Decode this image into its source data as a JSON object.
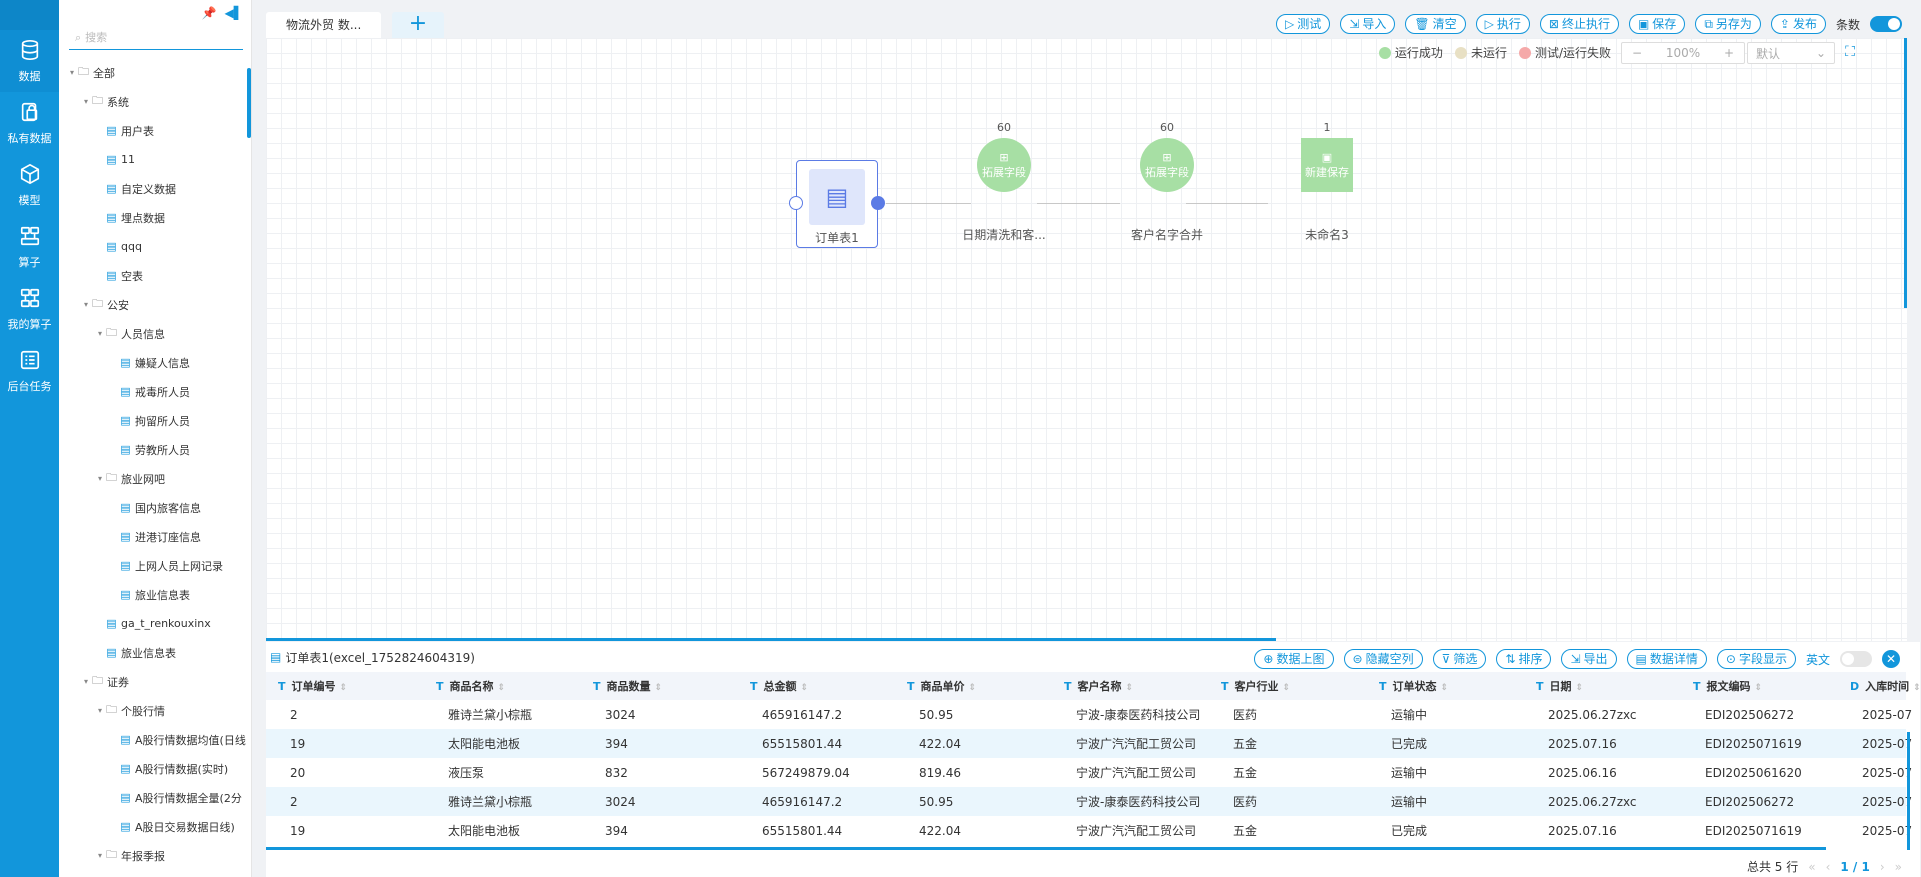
{
  "rail": [
    {
      "label": "数据",
      "icon": "database-icon"
    },
    {
      "label": "私有数据",
      "icon": "private-data-icon"
    },
    {
      "label": "模型",
      "icon": "cube-icon"
    },
    {
      "label": "算子",
      "icon": "operator-icon"
    },
    {
      "label": "我的算子",
      "icon": "my-operator-icon"
    },
    {
      "label": "后台任务",
      "icon": "task-list-icon"
    }
  ],
  "tree": {
    "search_placeholder": "搜索",
    "nodes": [
      {
        "label": "全部",
        "type": "folder",
        "level": 0,
        "expanded": true
      },
      {
        "label": "系统",
        "type": "folder",
        "level": 1,
        "expanded": true
      },
      {
        "label": "用户表",
        "type": "file",
        "level": 2
      },
      {
        "label": "11",
        "type": "file",
        "level": 2
      },
      {
        "label": "自定义数据",
        "type": "file",
        "level": 2
      },
      {
        "label": "埋点数据",
        "type": "file",
        "level": 2
      },
      {
        "label": "qqq",
        "type": "file",
        "level": 2
      },
      {
        "label": "空表",
        "type": "file",
        "level": 2
      },
      {
        "label": "公安",
        "type": "folder",
        "level": 1,
        "expanded": true
      },
      {
        "label": "人员信息",
        "type": "folder",
        "level": 2,
        "expanded": true
      },
      {
        "label": "嫌疑人信息",
        "type": "file",
        "level": 3
      },
      {
        "label": "戒毒所人员",
        "type": "file",
        "level": 3
      },
      {
        "label": "拘留所人员",
        "type": "file",
        "level": 3
      },
      {
        "label": "劳教所人员",
        "type": "file",
        "level": 3
      },
      {
        "label": "旅业网吧",
        "type": "folder",
        "level": 2,
        "expanded": true
      },
      {
        "label": "国内旅客信息",
        "type": "file",
        "level": 3
      },
      {
        "label": "进港订座信息",
        "type": "file",
        "level": 3
      },
      {
        "label": "上网人员上网记录",
        "type": "file",
        "level": 3
      },
      {
        "label": "旅业信息表",
        "type": "file",
        "level": 3
      },
      {
        "label": "ga_t_renkouxinx",
        "type": "file",
        "level": 2
      },
      {
        "label": "旅业信息表",
        "type": "file",
        "level": 2
      },
      {
        "label": "证券",
        "type": "folder",
        "level": 1,
        "expanded": true
      },
      {
        "label": "个股行情",
        "type": "folder",
        "level": 2,
        "expanded": true
      },
      {
        "label": "A股行情数据均值(日线",
        "type": "file",
        "level": 3
      },
      {
        "label": "A股行情数据(实时)",
        "type": "file",
        "level": 3
      },
      {
        "label": "A股行情数据全量(2分",
        "type": "file",
        "level": 3
      },
      {
        "label": "A股日交易数据日线)",
        "type": "file",
        "level": 3
      },
      {
        "label": "年报季报",
        "type": "folder",
        "level": 2,
        "expanded": true
      }
    ]
  },
  "tabs": {
    "active": "物流外贸 数...",
    "add": "+"
  },
  "toolbar": [
    {
      "label": "测试",
      "icon": "play-icon"
    },
    {
      "label": "导入",
      "icon": "import-icon"
    },
    {
      "label": "清空",
      "icon": "trash-icon"
    },
    {
      "label": "执行",
      "icon": "play-icon"
    },
    {
      "label": "终止执行",
      "icon": "stop-icon"
    },
    {
      "label": "保存",
      "icon": "save-icon"
    },
    {
      "label": "另存为",
      "icon": "save-as-icon"
    },
    {
      "label": "发布",
      "icon": "publish-icon"
    }
  ],
  "toolbar_toggle_label": "条数",
  "legend": [
    {
      "label": "运行成功",
      "color": "#a7dfa4"
    },
    {
      "label": "未运行",
      "color": "#e8e0c4"
    },
    {
      "label": "测试/运行失败",
      "color": "#f5a9a9"
    }
  ],
  "zoom": {
    "minus": "−",
    "value": "100%",
    "plus": "+"
  },
  "scheme": {
    "value": "默认"
  },
  "flow": {
    "source": {
      "label": "订单表1"
    },
    "nodes": [
      {
        "type_label": "拓展字段",
        "count": "60",
        "label": "日期清洗和客..."
      },
      {
        "type_label": "拓展字段",
        "count": "60",
        "label": "客户名字合并"
      },
      {
        "type_label": "新建保存",
        "count": "1",
        "label": "未命名3"
      }
    ]
  },
  "panel": {
    "title": "订单表1(excel_1752824604319)",
    "buttons": [
      "数据上图",
      "隐藏空列",
      "筛选",
      "排序",
      "导出",
      "数据详情",
      "字段显示"
    ],
    "lang_label": "英文",
    "columns": [
      {
        "type": "T",
        "name": "订单编号"
      },
      {
        "type": "T",
        "name": "商品名称"
      },
      {
        "type": "T",
        "name": "商品数量"
      },
      {
        "type": "T",
        "name": "总金额"
      },
      {
        "type": "T",
        "name": "商品单价"
      },
      {
        "type": "T",
        "name": "客户名称"
      },
      {
        "type": "T",
        "name": "客户行业"
      },
      {
        "type": "T",
        "name": "订单状态"
      },
      {
        "type": "T",
        "name": "日期"
      },
      {
        "type": "T",
        "name": "报文编码"
      },
      {
        "type": "D",
        "name": "入库时间"
      }
    ],
    "rows": [
      [
        "2",
        "雅诗兰黛小棕瓶",
        "3024",
        "465916147.2",
        "50.95",
        "宁波-康泰医药科技公司",
        "医药",
        "运输中",
        "2025.06.27zxc",
        "EDI202506272",
        "2025-07"
      ],
      [
        "19",
        "太阳能电池板",
        "394",
        "65515801.44",
        "422.04",
        "宁波广汽汽配工贸公司",
        "五金",
        "已完成",
        "2025.07.16",
        "EDI2025071619",
        "2025-07"
      ],
      [
        "20",
        "液压泵",
        "832",
        "567249879.04",
        "819.46",
        "宁波广汽汽配工贸公司",
        "五金",
        "运输中",
        "2025.06.16",
        "EDI2025061620",
        "2025-07"
      ],
      [
        "2",
        "雅诗兰黛小棕瓶",
        "3024",
        "465916147.2",
        "50.95",
        "宁波-康泰医药科技公司",
        "医药",
        "运输中",
        "2025.06.27zxc",
        "EDI202506272",
        "2025-07"
      ],
      [
        "19",
        "太阳能电池板",
        "394",
        "65515801.44",
        "422.04",
        "宁波广汽汽配工贸公司",
        "五金",
        "已完成",
        "2025.07.16",
        "EDI2025071619",
        "2025-07"
      ]
    ],
    "footer": {
      "total": "总共 5 行",
      "page": "1 / 1"
    }
  }
}
